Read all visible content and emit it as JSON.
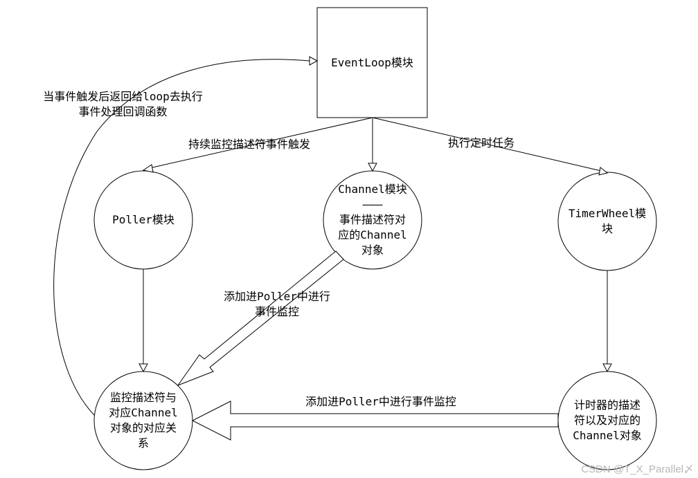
{
  "nodes": {
    "eventloop": {
      "lines": [
        "EventLoop模块"
      ]
    },
    "poller": {
      "lines": [
        "Poller模块"
      ]
    },
    "channel": {
      "lines": [
        "Channel模块",
        "———",
        "事件描述符对",
        "应的Channel",
        "对象"
      ]
    },
    "timerwheel": {
      "lines": [
        "TimerWheel模",
        "块"
      ]
    },
    "monitor": {
      "lines": [
        "监控描述符与",
        "对应Channel",
        "对象的对应关",
        "系"
      ]
    },
    "timer": {
      "lines": [
        "计时器的描述",
        "符以及对应的",
        "Channel对象"
      ]
    }
  },
  "edges": {
    "return_to_loop": [
      "当事件触发后返回给loop去执行",
      "事件处理回调函数"
    ],
    "monitor_trigger": [
      "持续监控描述符事件触发"
    ],
    "timed_task": [
      "执行定时任务"
    ],
    "add_to_poller": [
      "添加进Poller中进行",
      "事件监控"
    ],
    "add_to_poller_from_timer": [
      "添加进Poller中进行事件监控"
    ]
  },
  "watermark": "CSDN @T_X_Parallel〆"
}
